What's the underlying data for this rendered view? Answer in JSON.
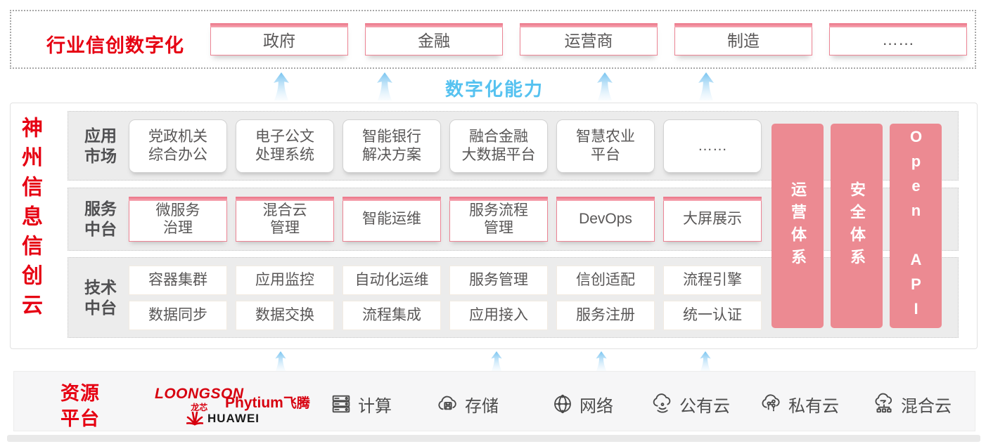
{
  "colors": {
    "brand_red": "#e60012",
    "pillar_pink": "#ec8a92",
    "capability_blue": "#56c2f0",
    "box_text_gray": "#595757"
  },
  "industry_band": {
    "title": "行业信创数字化",
    "items": [
      "政府",
      "金融",
      "运营商",
      "制造",
      "……"
    ]
  },
  "capability_label": "数字化能力",
  "platform": {
    "vertical_title": "神州信息信创云",
    "rows": [
      {
        "label": "应用\n市场",
        "items": [
          "党政机关\n综合办公",
          "电子公文\n处理系统",
          "智能银行\n解决方案",
          "融合金融\n大数据平台",
          "智慧农业\n平台",
          "……"
        ]
      },
      {
        "label": "服务\n中台",
        "items": [
          "微服务\n治理",
          "混合云\n管理",
          "智能运维",
          "服务流程\n管理",
          "DevOps",
          "大屏展示"
        ]
      },
      {
        "label": "技术\n中台",
        "items": [
          "容器集群",
          "应用监控",
          "自动化运维",
          "服务管理",
          "信创适配",
          "流程引擎",
          "数据同步",
          "数据交换",
          "流程集成",
          "应用接入",
          "服务注册",
          "统一认证"
        ]
      }
    ],
    "pillars": [
      "运营体系",
      "安全体系",
      "Open API"
    ]
  },
  "resource": {
    "title": "资源\n平台",
    "vendors": [
      {
        "name": "LOONGSON",
        "sub": "龙芯"
      },
      {
        "name": "Phytium",
        "sub": "飞腾"
      },
      {
        "name": "HUAWEI",
        "sub": ""
      }
    ],
    "items": [
      {
        "icon": "compute-icon",
        "label": "计算"
      },
      {
        "icon": "storage-icon",
        "label": "存储"
      },
      {
        "icon": "network-icon",
        "label": "网络"
      },
      {
        "icon": "public-cloud-icon",
        "label": "公有云"
      },
      {
        "icon": "private-cloud-icon",
        "label": "私有云"
      },
      {
        "icon": "hybrid-cloud-icon",
        "label": "混合云"
      }
    ]
  }
}
